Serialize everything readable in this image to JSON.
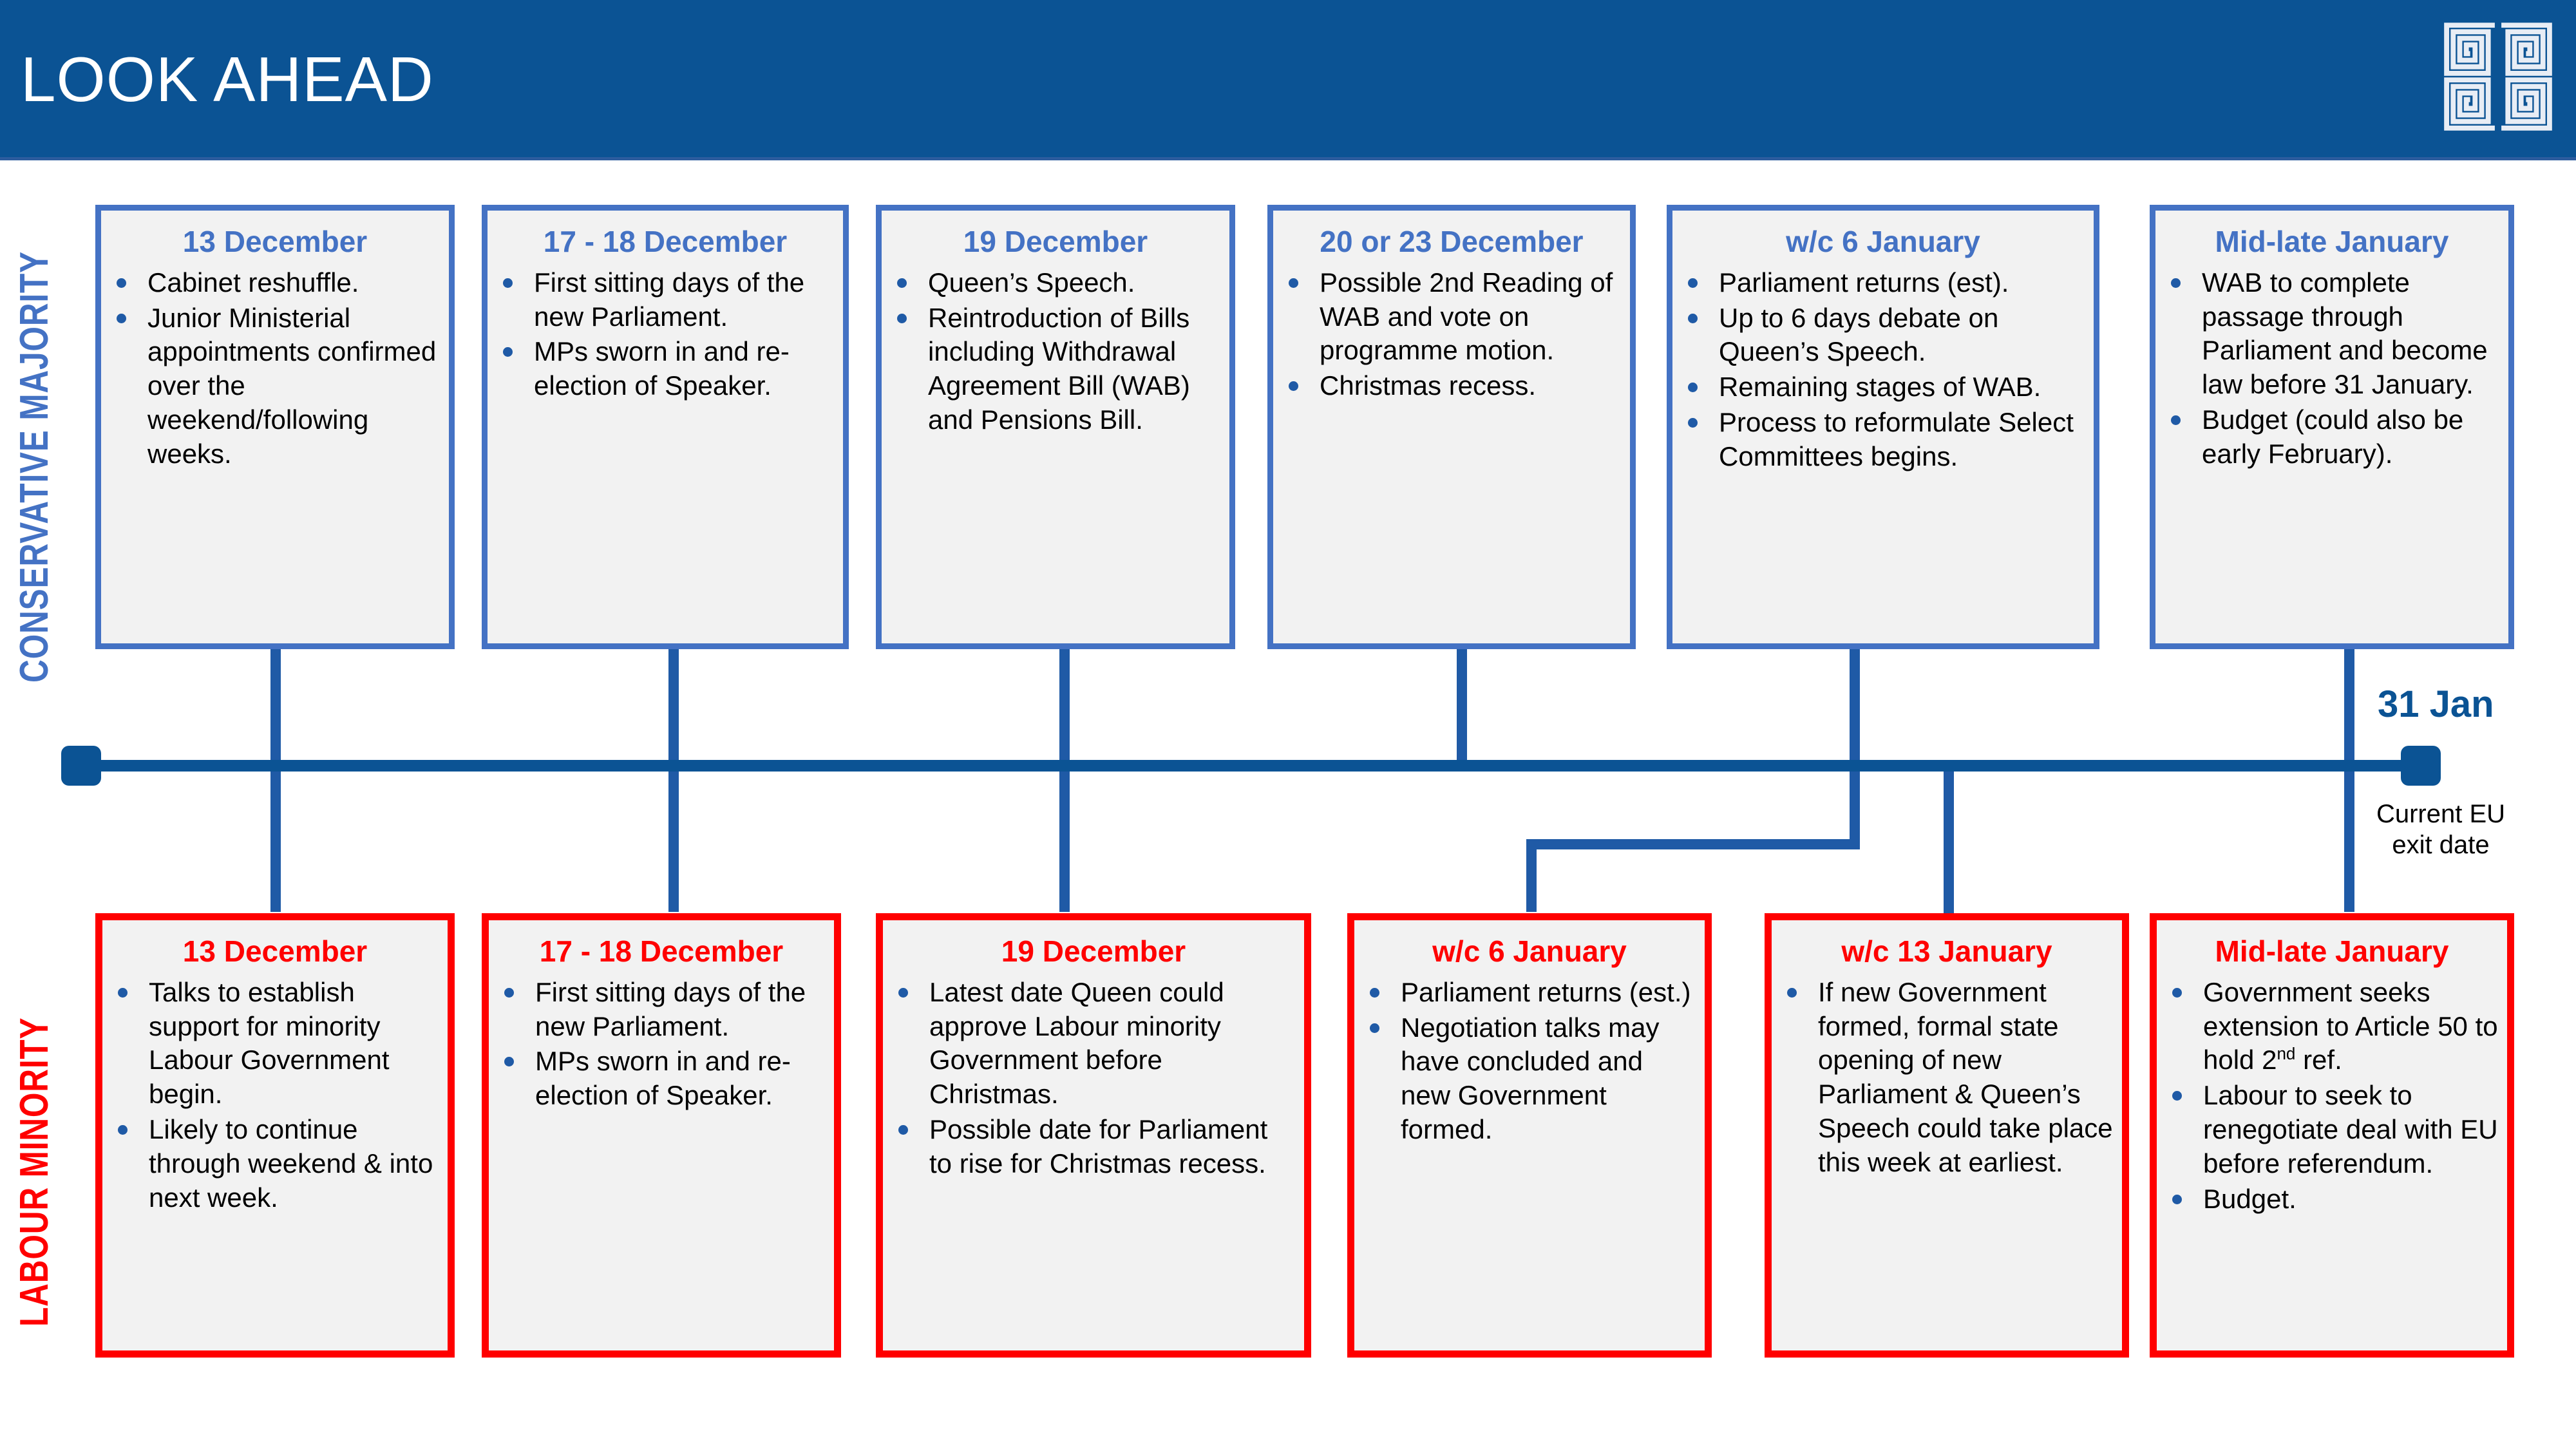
{
  "header": {
    "title": "LOOK AHEAD",
    "logo_name": "greek-key-logo",
    "bg_color": "#0B5394"
  },
  "rails": {
    "top_label": "CONSERVATIVE MAJORITY",
    "top_color": "#4472C4",
    "bottom_label": "LABOUR MINORITY",
    "bottom_color": "#FF0000"
  },
  "timeline": {
    "marker_label": "31 Jan",
    "marker_sub_line1": "Current EU",
    "marker_sub_line2": "exit date",
    "line_color": "#0B5394"
  },
  "chart_data": {
    "type": "timeline",
    "title": "LOOK AHEAD",
    "tracks": [
      "CONSERVATIVE MAJORITY",
      "LABOUR MINORITY"
    ],
    "milestone": {
      "label": "31 Jan",
      "note": "Current EU exit date"
    }
  },
  "top_cards": [
    {
      "title": "13 December",
      "bullets": [
        "Cabinet reshuffle.",
        "Junior Ministerial appointments confirmed over the weekend/following weeks."
      ]
    },
    {
      "title": "17 - 18 December",
      "bullets": [
        "First sitting days of the new Parliament.",
        "MPs sworn in and re-election of Speaker."
      ]
    },
    {
      "title": "19 December",
      "bullets": [
        "Queen’s Speech.",
        "Reintroduction of Bills including Withdrawal Agreement Bill (WAB) and Pensions Bill."
      ]
    },
    {
      "title": "20 or 23 December",
      "bullets": [
        "Possible 2nd Reading of WAB and vote on programme motion.",
        "Christmas recess."
      ]
    },
    {
      "title": "w/c 6 January",
      "bullets": [
        "Parliament returns (est).",
        "Up to 6 days debate on Queen’s Speech.",
        "Remaining stages of WAB.",
        "Process to reformulate Select Committees begins."
      ]
    },
    {
      "title": "Mid-late January",
      "bullets": [
        "WAB to complete passage through Parliament and become law before 31 January.",
        "Budget (could also be early February)."
      ]
    }
  ],
  "bottom_cards": [
    {
      "title": "13 December",
      "bullets": [
        "Talks to establish support for minority Labour Government begin.",
        "Likely to continue through weekend & into next week."
      ]
    },
    {
      "title": "17 - 18 December",
      "bullets": [
        "First sitting days of the new Parliament.",
        "MPs sworn in and re-election of Speaker."
      ]
    },
    {
      "title": "19 December",
      "bullets": [
        "Latest date Queen could approve Labour minority Government before Christmas.",
        "Possible date for Parliament to rise for Christmas recess."
      ]
    },
    {
      "title": "w/c 6 January",
      "bullets": [
        "Parliament returns (est.)",
        "Negotiation talks may have concluded and new Government formed."
      ]
    },
    {
      "title": "w/c 13 January",
      "bullets": [
        "If new Government formed, formal state opening of new Parliament & Queen’s Speech could take place this week at earliest."
      ]
    },
    {
      "title": "Mid-late January",
      "bullets": [
        "Government seeks extension to Article 50 to hold 2<sup>nd</sup> ref.",
        "Labour to seek to renegotiate deal with EU before referendum.",
        "Budget."
      ]
    }
  ]
}
